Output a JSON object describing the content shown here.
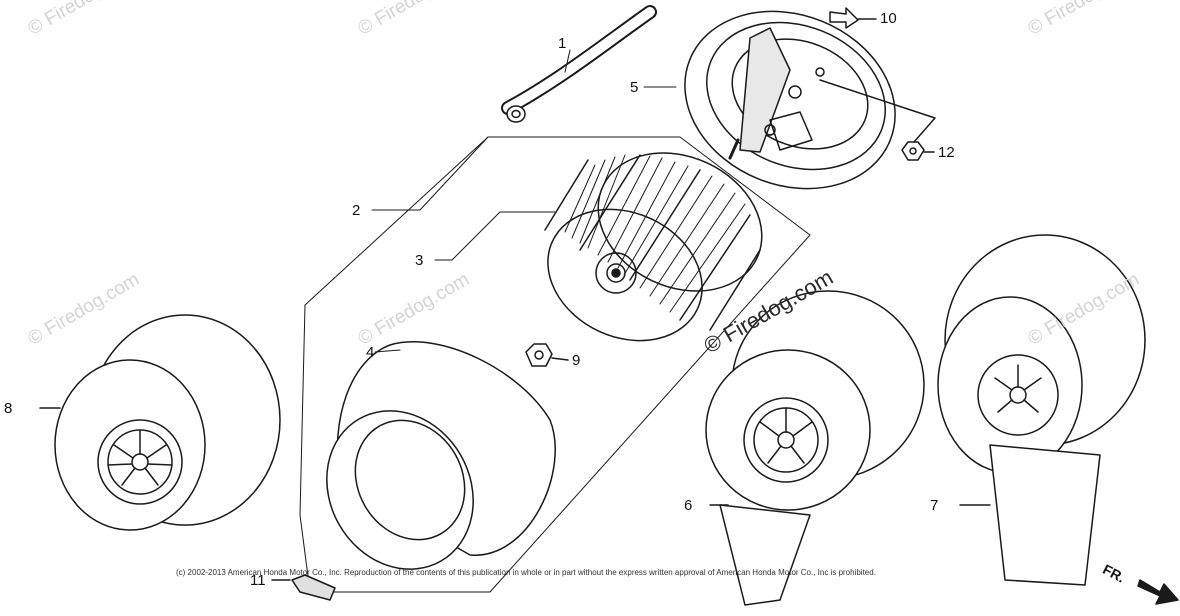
{
  "diagram": {
    "callouts": [
      {
        "id": "1",
        "label": "1"
      },
      {
        "id": "2",
        "label": "2"
      },
      {
        "id": "3",
        "label": "3"
      },
      {
        "id": "4",
        "label": "4"
      },
      {
        "id": "5",
        "label": "5"
      },
      {
        "id": "6",
        "label": "6"
      },
      {
        "id": "7",
        "label": "7"
      },
      {
        "id": "8",
        "label": "8"
      },
      {
        "id": "9",
        "label": "9"
      },
      {
        "id": "10",
        "label": "10"
      },
      {
        "id": "11",
        "label": "11"
      },
      {
        "id": "12",
        "label": "12"
      }
    ],
    "direction_label": "FR.",
    "copyright": "(c) 2002-2013 American Honda Motor Co., Inc. Reproduction of the contents of this publication in whole or in part without the express written approval of American Honda Motor Co., Inc is prohibited.",
    "watermark": "© Firedog.com"
  }
}
